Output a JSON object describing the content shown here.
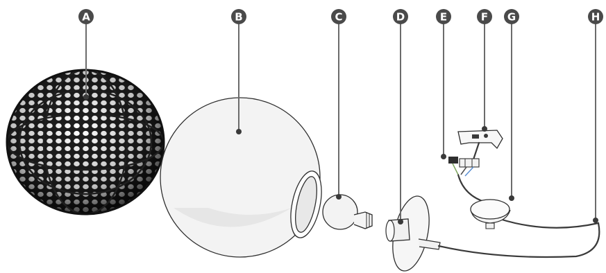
{
  "labels": [
    {
      "id": "A",
      "text": "A"
    },
    {
      "id": "B",
      "text": "B"
    },
    {
      "id": "C",
      "text": "C"
    },
    {
      "id": "D",
      "text": "D"
    },
    {
      "id": "E",
      "text": "E"
    },
    {
      "id": "F",
      "text": "F"
    },
    {
      "id": "G",
      "text": "G"
    },
    {
      "id": "H",
      "text": "H"
    }
  ],
  "colors": {
    "badge": "#4a4a4a",
    "badge_text": "#ffffff",
    "line": "#2a2a2a",
    "glass": "#f3f3f3",
    "mesh": "#1f1f1f"
  }
}
